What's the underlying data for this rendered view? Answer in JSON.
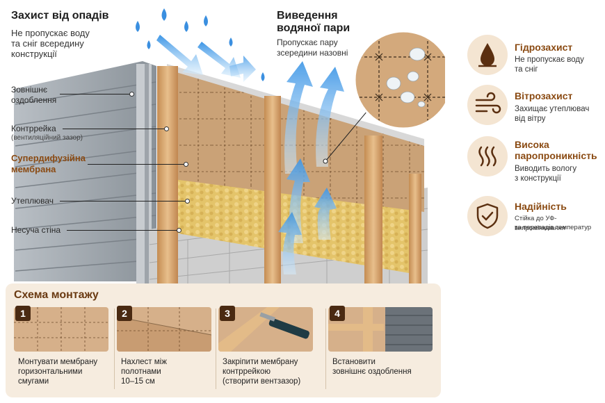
{
  "rain": {
    "title": "Захист від опадів",
    "desc_line1": "Не пропускає воду",
    "desc_line2": "та сніг всередину",
    "desc_line3": "конструкції"
  },
  "vapor": {
    "title_line1": "Виведення",
    "title_line2": "водяної пари",
    "desc_line1": "Пропускає пару",
    "desc_line2": "зсередини назовні"
  },
  "layers": {
    "finish_line1": "Зовнішнє",
    "finish_line2": "оздоблення",
    "batten": "Контррейка",
    "batten_note": "(вентиляційний зазор)",
    "membrane_line1": "Супердифузійна",
    "membrane_line2": "мембрана",
    "insulation": "Утеплювач",
    "wall": "Несуча стіна"
  },
  "features": [
    {
      "title": "Гідрозахист",
      "desc_line1": "Не пропускає воду",
      "desc_line2": "та сніг",
      "icon": "water-drop-icon"
    },
    {
      "title": "Вітрозахист",
      "desc_line1": "Захищає утеплювач",
      "desc_line2": "від вітру",
      "icon": "wind-icon"
    },
    {
      "title_line1": "Висока",
      "title_line2": "паропроникність",
      "desc_line1": "Виводить вологу",
      "desc_line2": "з конструкції",
      "icon": "steam-icon"
    },
    {
      "title": "Надійність",
      "desc_line1": "Стійка до УФ-випромінювання",
      "desc_line2": "та перепадів температур",
      "icon": "shield-check-icon"
    }
  ],
  "install": {
    "title": "Схема монтажу",
    "steps": [
      {
        "num": "1",
        "line1": "Монтувати мембрану",
        "line2": "горизонтальними",
        "line3": "смугами"
      },
      {
        "num": "2",
        "line1": "Нахлест між",
        "line2": "полотнами",
        "line3": "10–15 см"
      },
      {
        "num": "3",
        "line1": "Закріпити мембрану",
        "line2": "контррейкою",
        "line3": "(створити вентзазор)"
      },
      {
        "num": "4",
        "line1": "Встановити",
        "line2": "зовнішнє оздоблення",
        "line3": ""
      }
    ]
  },
  "colors": {
    "accent_brown": "#8a4a12",
    "membrane": "#c9a074",
    "wood": "#e0b482",
    "insulation": "#e3c56a",
    "siding": "#9aa1a8",
    "arrow_blue": "#5aa8e8",
    "panel_bg": "#f6ecdf"
  }
}
